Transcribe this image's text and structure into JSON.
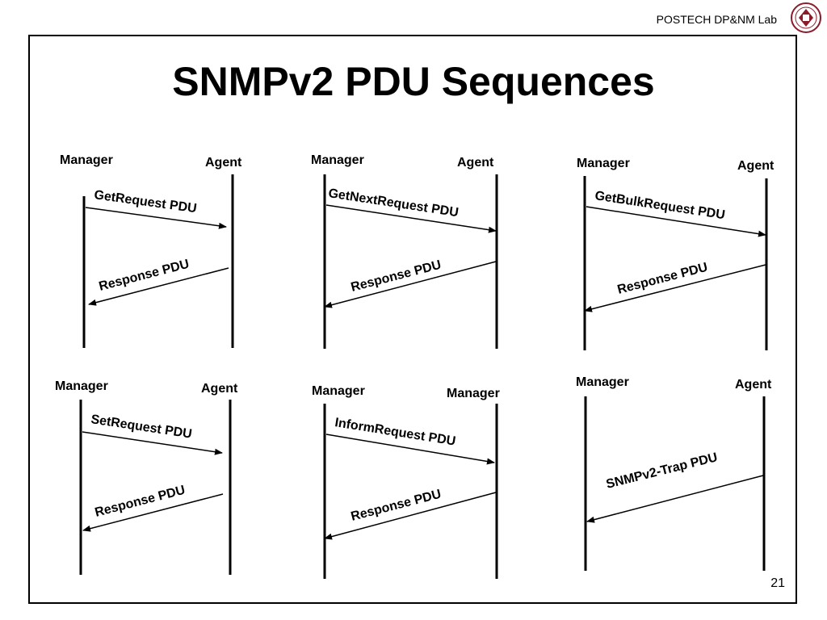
{
  "header": {
    "lab_name": "POSTECH DP&NM Lab",
    "logo_icon": "postech-seal-icon"
  },
  "slide": {
    "title": "SNMPv2 PDU Sequences",
    "page_number": "21"
  },
  "sequences": [
    {
      "left_role": "Manager",
      "right_role": "Agent",
      "request": "GetRequest PDU",
      "response": "Response PDU"
    },
    {
      "left_role": "Manager",
      "right_role": "Agent",
      "request": "GetNextRequest PDU",
      "response": "Response PDU"
    },
    {
      "left_role": "Manager",
      "right_role": "Agent",
      "request": "GetBulkRequest PDU",
      "response": "Response PDU"
    },
    {
      "left_role": "Manager",
      "right_role": "Agent",
      "request": "SetRequest PDU",
      "response": "Response PDU"
    },
    {
      "left_role": "Manager",
      "right_role": "Manager",
      "request": "InformRequest PDU",
      "response": "Response PDU"
    },
    {
      "left_role": "Manager",
      "right_role": "Agent",
      "trap": "SNMPv2-Trap PDU"
    }
  ]
}
